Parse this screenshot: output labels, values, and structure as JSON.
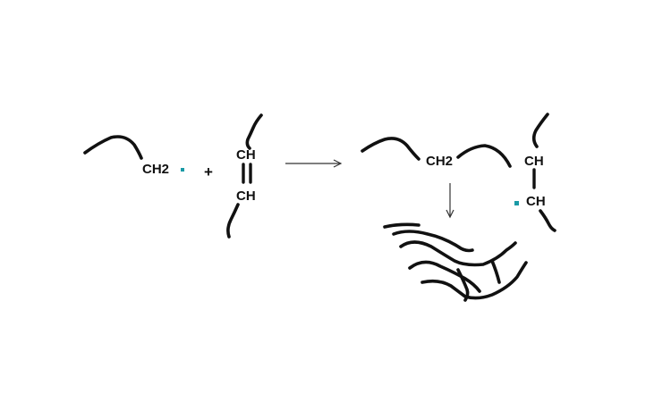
{
  "reactants": {
    "radical_label": "CH2",
    "operator": "+",
    "alkene_top_label": "CH",
    "alkene_bottom_label": "CH"
  },
  "product": {
    "radical_label": "CH2",
    "top_label": "CH",
    "bottom_label": "CH"
  },
  "colors": {
    "radical_dot": "#1a9aa6",
    "ink": "#111111",
    "arrow": "#333333"
  }
}
